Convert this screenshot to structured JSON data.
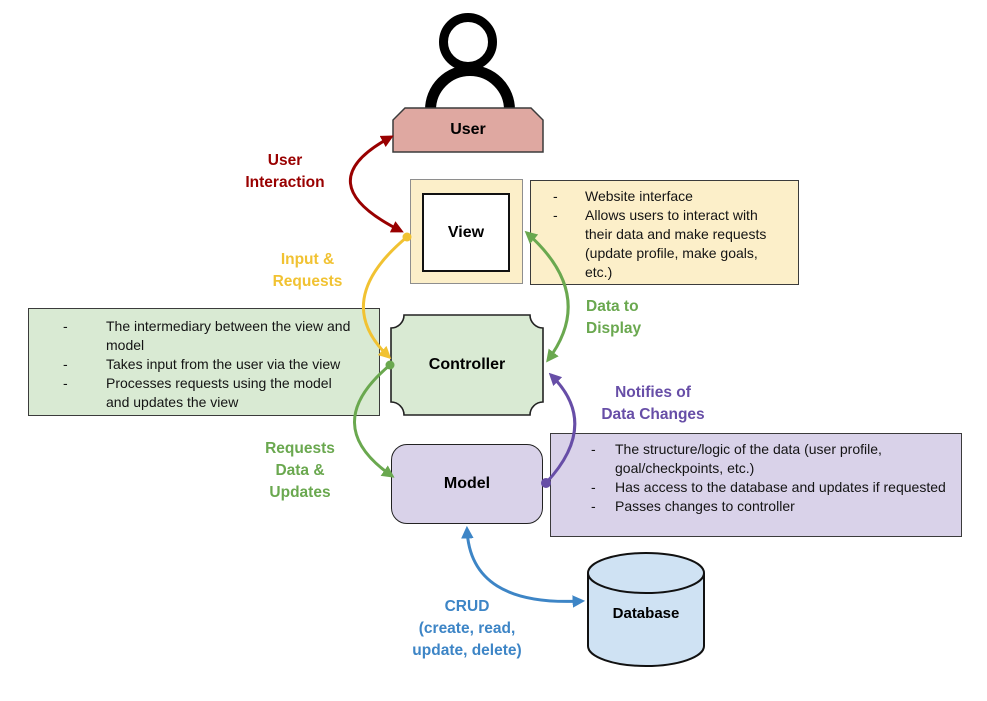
{
  "nodes": {
    "user": {
      "label": "User",
      "fill": "#DFA8A1"
    },
    "view": {
      "label": "View",
      "fill": "#FCEFC9"
    },
    "controller": {
      "label": "Controller",
      "fill": "#D9EAD3"
    },
    "model": {
      "label": "Model",
      "fill": "#D9D2E9"
    },
    "database": {
      "label": "Database",
      "fill": "#CFE2F3"
    }
  },
  "icons": {
    "user": "person-icon"
  },
  "bullets": {
    "marker": "-"
  },
  "notes": {
    "view": {
      "fill": "#FCEFC9",
      "items": [
        "Website interface",
        "Allows users to interact with their data and make requests (update profile, make goals, etc.)"
      ]
    },
    "controller": {
      "fill": "#D9EAD3",
      "items": [
        "The intermediary between the view and model",
        "Takes input from the user via the view",
        "Processes requests using the model and updates the view"
      ]
    },
    "model": {
      "fill": "#D9D2E9",
      "items": [
        "The structure/logic of the data (user profile, goal/checkpoints, etc.)",
        "Has access to the database and updates if requested",
        "Passes changes to controller"
      ]
    }
  },
  "edge_labels": {
    "user_interaction": {
      "lines": [
        "User",
        "Interaction"
      ],
      "color": "#990000"
    },
    "input_requests": {
      "lines": [
        "Input &",
        "Requests"
      ],
      "color": "#F1C232"
    },
    "data_to_display": {
      "lines": [
        "Data to",
        "Display"
      ],
      "color": "#6AA84F"
    },
    "notifies": {
      "lines": [
        "Notifies of",
        "Data Changes"
      ],
      "color": "#674EA7"
    },
    "requests_data": {
      "lines": [
        "Requests",
        "Data &",
        "Updates"
      ],
      "color": "#6AA84F"
    },
    "crud": {
      "lines": [
        "CRUD",
        "(create, read,",
        "update, delete)"
      ],
      "color": "#3D85C6"
    }
  }
}
